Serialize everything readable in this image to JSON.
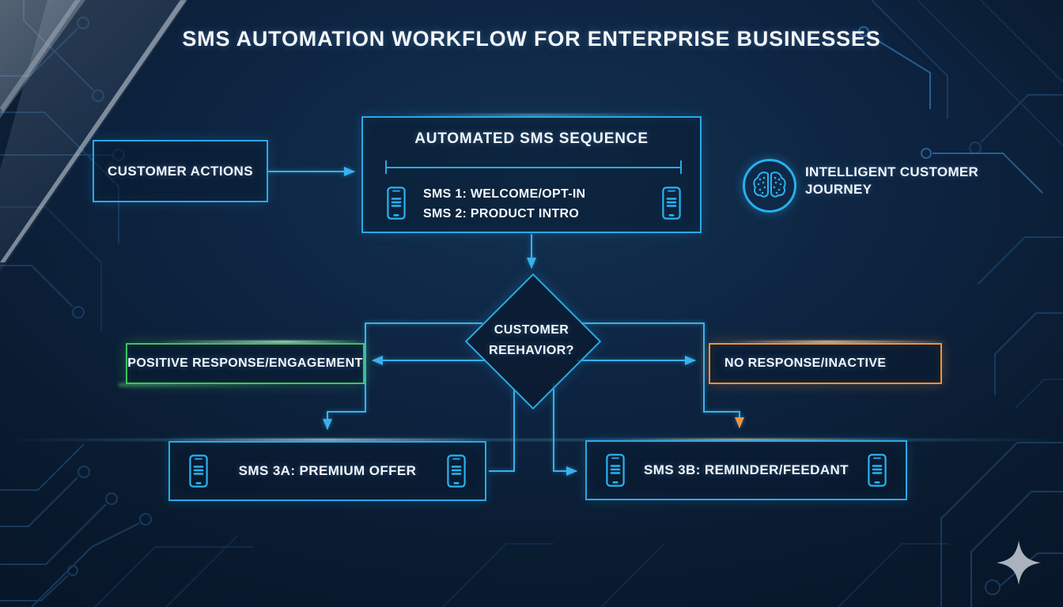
{
  "title": "SMS AUTOMATION WORKFLOW FOR ENTERPRISE BUSINESSES",
  "flow": {
    "customer_actions": {
      "label": "CUSTOMER ACTIONS"
    },
    "sequence": {
      "title": "AUTOMATED SMS SEQUENCE",
      "sms1": "SMS 1: WELCOME/OPT-IN",
      "sms2": "SMS 2: PRODUCT INTRO"
    },
    "journey": {
      "line1": "INTELLIGENT CUSTOMER",
      "line2": "JOURNEY"
    },
    "decision": {
      "line1": "CUSTOMER",
      "line2": "REEHAVIOR?"
    },
    "positive_branch": {
      "label": "POSITIVE RESPONSE/ENGAGEMENT"
    },
    "negative_branch": {
      "label": "NO RESPONSE/INACTIVE"
    },
    "sms3a": {
      "label": "SMS 3A: PREMIUM OFFER"
    },
    "sms3b": {
      "label": "SMS 3B: REMINDER/FEEDANT"
    }
  },
  "icons": {
    "phone": "phone-icon",
    "brain": "brain-icon",
    "sparkle": "sparkle-icon"
  },
  "colors": {
    "accent_cyan": "#2ba9e6",
    "positive_green": "#41c35e",
    "negative_orange": "#ef9338",
    "text_white": "#f3f7fb",
    "background_navy": "#0d2340"
  }
}
